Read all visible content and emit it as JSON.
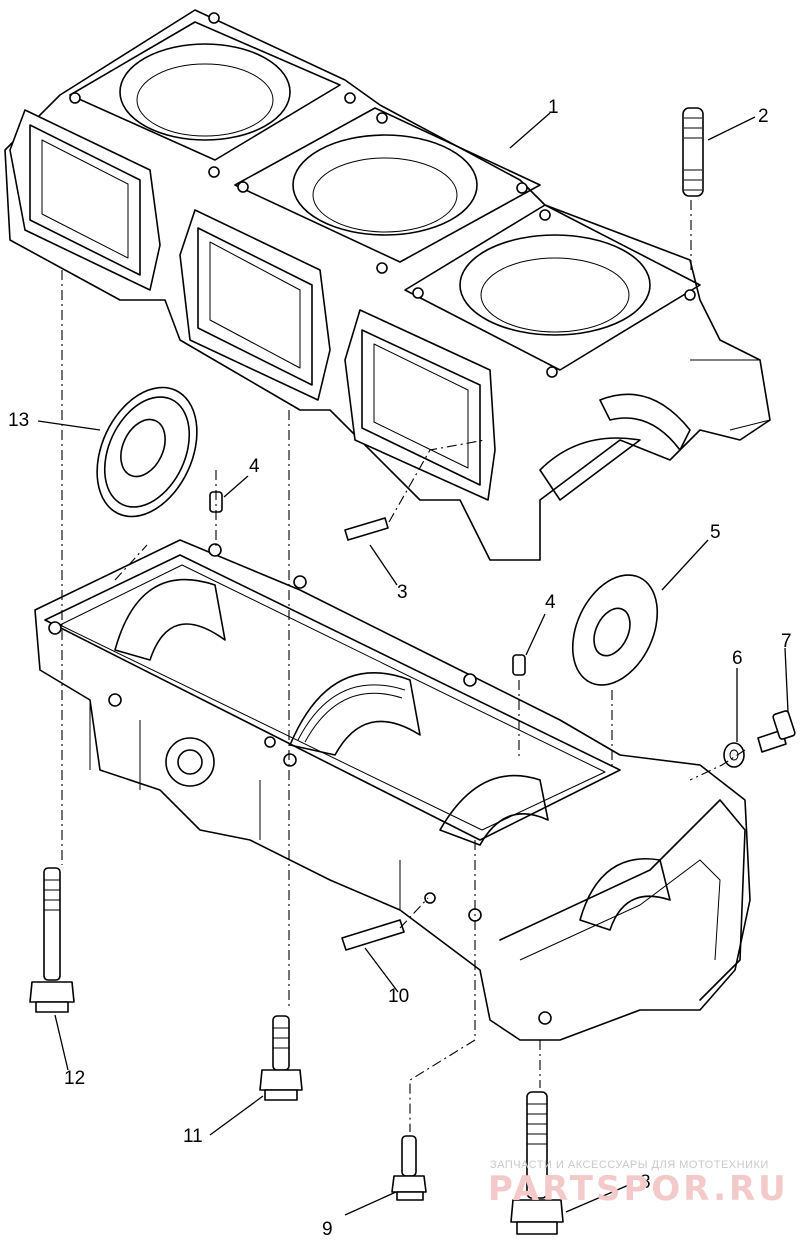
{
  "diagram": {
    "callouts": [
      "1",
      "2",
      "3",
      "4",
      "4",
      "5",
      "6",
      "7",
      "8",
      "9",
      "10",
      "11",
      "12",
      "13"
    ]
  },
  "watermark": {
    "tagline": "ЗАПЧАСТИ И АКСЕССУАРЫ ДЛЯ МОТОТЕХНИКИ",
    "brand": "PARTSPOR.RU",
    "color": "#e9a3a3"
  }
}
